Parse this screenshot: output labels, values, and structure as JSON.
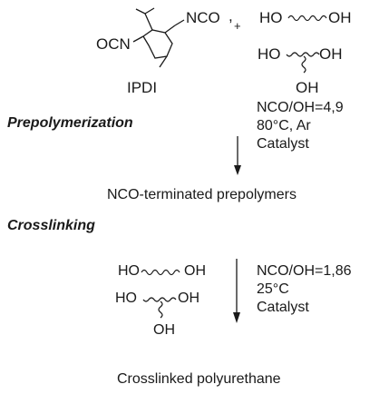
{
  "top": {
    "nco_label": "NCO",
    "plus": ",",
    "plus2": "+",
    "ocn_label": "OCN",
    "ipdi_label": "IPDI",
    "diol_ho": "HO",
    "diol_oh": "OH",
    "triol_ho": "HO",
    "triol_oh": "OH",
    "triol_oh_bottom": "OH"
  },
  "prepolymerization": {
    "title": "Prepolymerization",
    "cond1": "NCO/OH=4,9",
    "cond2": "80°C, Ar",
    "cond3": "Catalyst",
    "product": "NCO-terminated prepolymers"
  },
  "crosslinking": {
    "title": "Crosslinking",
    "diol_ho": "HO",
    "diol_oh": "OH",
    "triol_ho": "HO",
    "triol_oh": "OH",
    "triol_oh_bottom": "OH",
    "cond1": "NCO/OH=1,86",
    "cond2": "25°C",
    "cond3": "Catalyst",
    "product": "Crosslinked polyurethane"
  }
}
